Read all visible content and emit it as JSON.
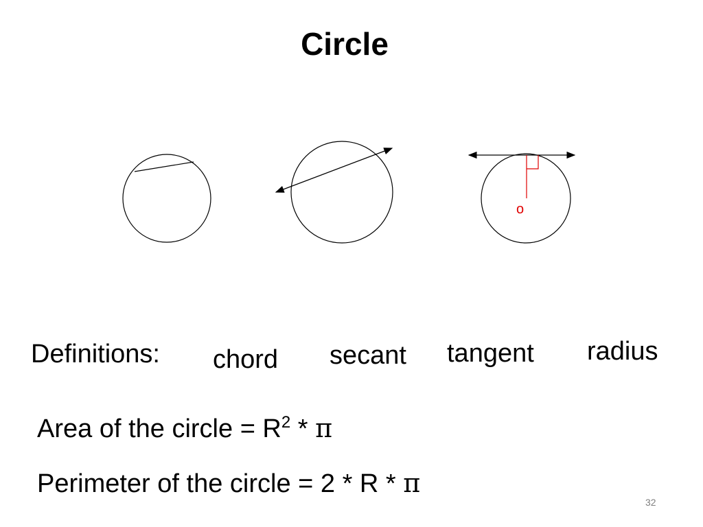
{
  "slide": {
    "title": "Circle",
    "page_number": "32"
  },
  "diagram": {
    "center_label": "o",
    "stroke_color": "#000000",
    "accent_color": "#e00000"
  },
  "definitions": {
    "heading": "Definitions:",
    "terms": [
      "chord",
      "secant",
      "tangent",
      "radius"
    ]
  },
  "formulas": {
    "area": {
      "prefix": "Area of the circle = R",
      "exponent": "2",
      "operator": " * ",
      "pi": "π"
    },
    "perimeter": {
      "prefix": "Perimeter of the circle = 2 * R * ",
      "pi": "π"
    }
  }
}
